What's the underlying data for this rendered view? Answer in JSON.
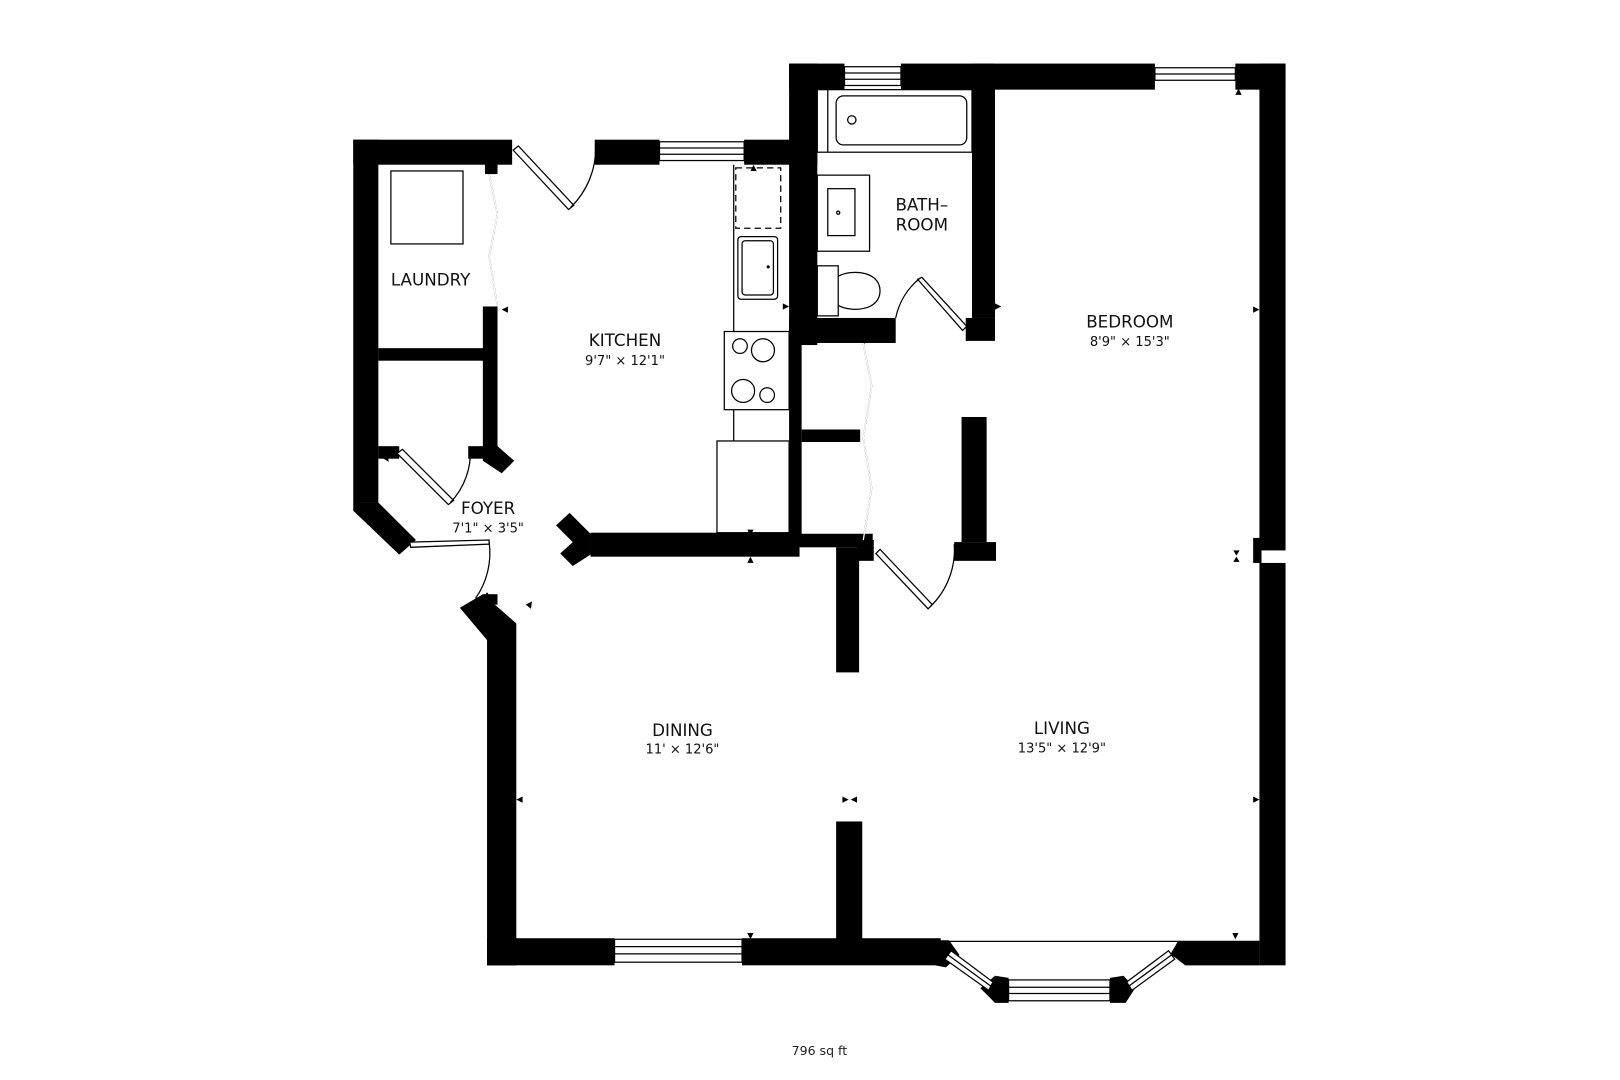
{
  "floorplan": {
    "rooms": [
      {
        "id": "laundry",
        "name": "LAUNDRY",
        "dimensions": ""
      },
      {
        "id": "kitchen",
        "name": "KITCHEN",
        "dimensions": "9'7\" × 12'1\""
      },
      {
        "id": "bathroom",
        "name_line1": "BATH–",
        "name_line2": "ROOM",
        "dimensions": ""
      },
      {
        "id": "bedroom",
        "name": "BEDROOM",
        "dimensions": "8'9\" × 15'3\""
      },
      {
        "id": "foyer",
        "name": "FOYER",
        "dimensions": "7'1\" × 3'5\""
      },
      {
        "id": "dining",
        "name": "DINING",
        "dimensions": "11' × 12'6\""
      },
      {
        "id": "living",
        "name": "LIVING",
        "dimensions": "13'5\" × 12'9\""
      }
    ],
    "total_area": "796 sq ft",
    "colors": {
      "wall": "#000000",
      "background": "#ffffff"
    }
  }
}
